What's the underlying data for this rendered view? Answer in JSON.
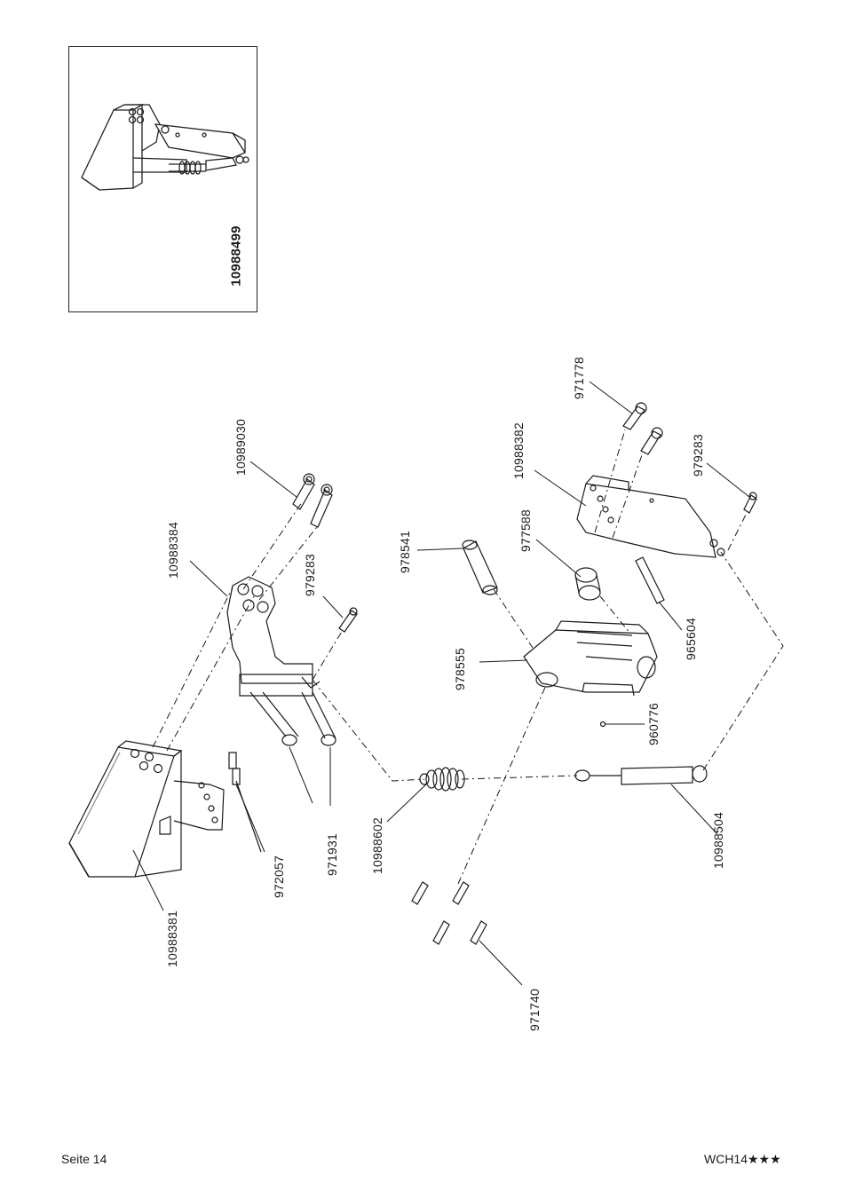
{
  "inset": {
    "part_number": "10988499"
  },
  "callouts": {
    "p10989030": "10989030",
    "p10988384": "10988384",
    "p979283_a": "979283",
    "p978541": "978541",
    "p977588": "977588",
    "p10988382": "10988382",
    "p971778": "971778",
    "p979283_b": "979283",
    "p978555": "978555",
    "p965604": "965604",
    "p960776": "960776",
    "p10988602": "10988602",
    "p10988504": "10988504",
    "p971931": "971931",
    "p972057": "972057",
    "p10988381": "10988381",
    "p971740": "971740"
  },
  "footer": {
    "page": "Seite 14",
    "model": "WCH14★★★"
  }
}
